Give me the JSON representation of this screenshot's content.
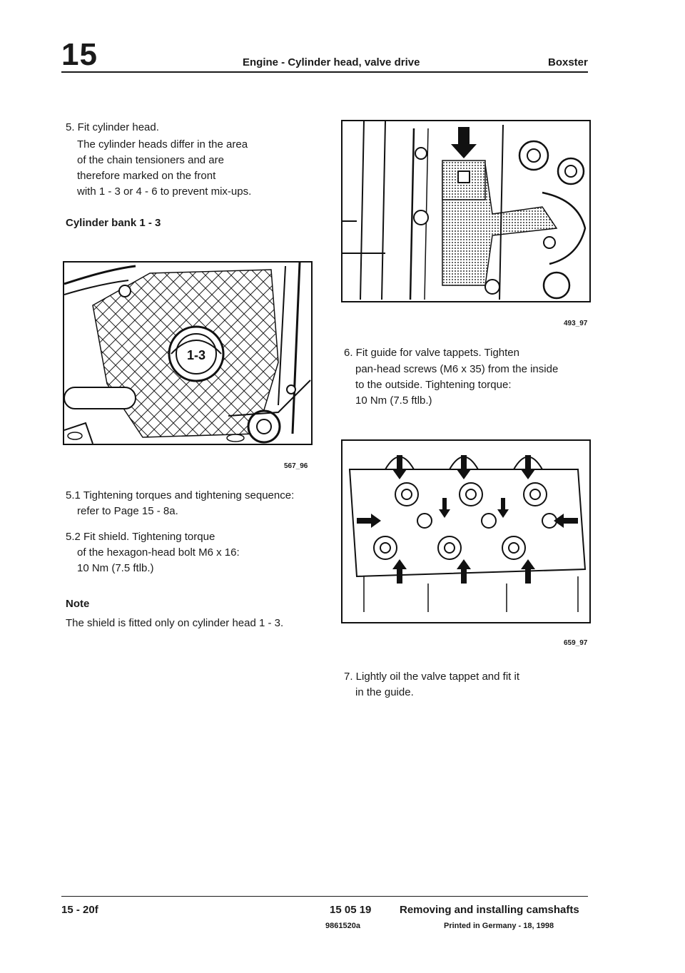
{
  "header": {
    "chapter": "15",
    "title": "Engine - Cylinder head, valve drive",
    "model": "Boxster"
  },
  "left": {
    "step5_title": "5. Fit cylinder head.",
    "step5_body": [
      "The cylinder heads differ in the area",
      "of the chain tensioners and are",
      "therefore marked on the front",
      "with 1 - 3 or 4 - 6 to prevent mix-ups."
    ],
    "bank_heading": "Cylinder bank 1 - 3",
    "fig1_caption": "567_96",
    "fig1_stamp": "1-3",
    "step51_title": "5.1 Tightening torques and tightening sequence:",
    "step51_body": "refer to Page 15 - 8a.",
    "step52_title": "5.2 Fit shield. Tightening torque",
    "step52_body": [
      "of the hexagon-head bolt M6 x 16:",
      "10 Nm (7.5 ftlb.)"
    ],
    "note_heading": "Note",
    "note_body": "The shield is fitted only on cylinder head 1 - 3."
  },
  "right": {
    "fig2_caption": "493_97",
    "step6_title": "6. Fit guide for valve tappets. Tighten",
    "step6_body": [
      "pan-head screws (M6 x 35) from the inside",
      "to the outside. Tightening torque:",
      "10 Nm (7.5 ftlb.)"
    ],
    "fig3_caption": "659_97",
    "step7_title": "7. Lightly oil the valve tappet and fit it",
    "step7_body": "in the guide."
  },
  "footer": {
    "page": "15 - 20f",
    "section_code": "15 05 19",
    "section_title": "Removing and installing camshafts",
    "part_no": "9861520a",
    "printed": "Printed in Germany - 18, 1998"
  }
}
